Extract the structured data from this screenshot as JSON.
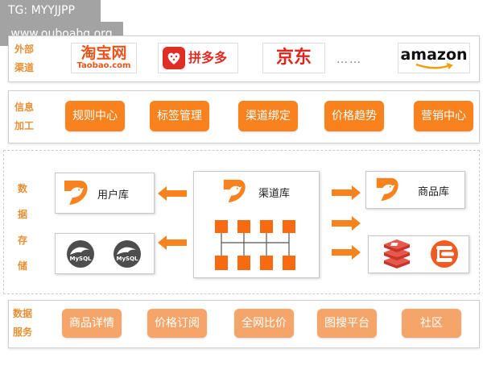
{
  "watermarks": {
    "top_left": "TG: MYYJJPP",
    "bottom_right": "www.ouboabg.org"
  },
  "sections": {
    "channels": {
      "label_line1": "外部",
      "label_line2": "渠道"
    },
    "processing": {
      "label_line1": "信息",
      "label_line2": "加工"
    },
    "storage": {
      "label_chars": [
        "数",
        "据",
        "存",
        "储"
      ]
    },
    "services": {
      "label_line1": "数据",
      "label_line2": "服务"
    }
  },
  "channels": {
    "taobao_cn": "淘宝网",
    "taobao_en": "Taobao.com",
    "pinduoduo": "拼多多",
    "jd": "京东",
    "ellipsis": "……",
    "amazon": "amazon"
  },
  "processing_buttons": [
    "规则中心",
    "标签管理",
    "渠道绑定",
    "价格趋势",
    "营销中心"
  ],
  "storage": {
    "user_db": "用户库",
    "channel_db": "渠道库",
    "product_db": "商品库",
    "mysql_label": "MySQL"
  },
  "service_buttons": [
    "商品详情",
    "价格订阅",
    "全网比价",
    "图搜平台",
    "社区"
  ],
  "colors": {
    "accent": "#f7821e",
    "accent_light": "#f5a56a",
    "label": "#e89036",
    "panel_border": "#cfcfcf"
  }
}
